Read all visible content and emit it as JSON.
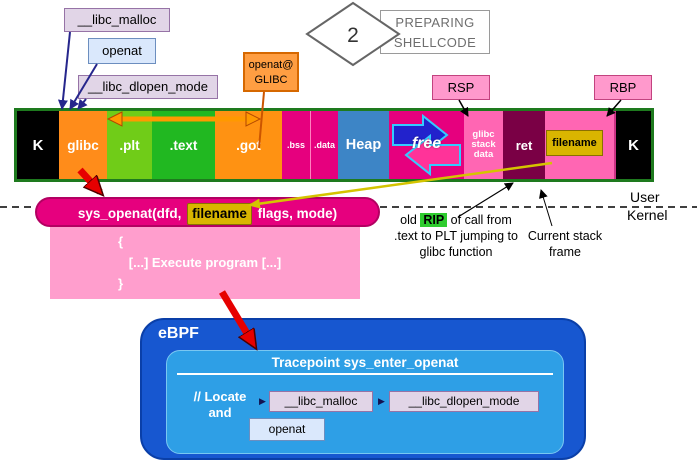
{
  "step_badge": {
    "number": "2",
    "title_line1": "PREPARING",
    "title_line2": "SHELLCODE"
  },
  "hook_labels": {
    "libc_malloc": "__libc_malloc",
    "openat": "openat",
    "libc_dlopen_mode": "__libc_dlopen_mode",
    "openat_got_line1": "openat@",
    "openat_got_line2": "GLIBC"
  },
  "registers": {
    "rsp": "RSP",
    "rbp": "RBP"
  },
  "memory_bar": {
    "segments": [
      {
        "label": "K",
        "bg": "#000000",
        "fg": "#ffffff"
      },
      {
        "label": "glibc",
        "bg": "#ff8c1a",
        "fg": "#ffffff"
      },
      {
        "label": ".plt",
        "bg": "#70cc18",
        "fg": "#ffffff"
      },
      {
        "label": ".text",
        "bg": "#21b821",
        "fg": "#ffffff"
      },
      {
        "label": ".got",
        "bg": "#ff9212",
        "fg": "#ffffff"
      },
      {
        "label": ".bss",
        "bg": "#e6007e",
        "fg": "#ffffff"
      },
      {
        "label": ".data",
        "bg": "#e6007e",
        "fg": "#ffffff"
      },
      {
        "label": "Heap",
        "bg": "#3d85c6",
        "fg": "#ffffff"
      },
      {
        "label": "free",
        "bg": "#e6007e",
        "fg": "#ffffff"
      },
      {
        "label": "glibc stack data",
        "bg": "#ff66b3",
        "fg": "#ffffff"
      },
      {
        "label": "ret",
        "bg": "#7a0045",
        "fg": "#ffffff"
      },
      {
        "label": "filename",
        "bg": "#ff66b3",
        "fg": "#000000",
        "chip_bg": "#d9b500"
      },
      {
        "label": "K",
        "bg": "#000000",
        "fg": "#ffffff"
      }
    ]
  },
  "syscall_box": {
    "prefix": "sys_openat(dfd,",
    "filename": "filename",
    "suffix": "flags, mode)",
    "bg": "#e6007e",
    "chip_bg": "#d9b500"
  },
  "body_box": {
    "open": "{",
    "text": "[...] Execute program [...]",
    "close": "}",
    "bg": "#ff9ecd"
  },
  "boundary": {
    "user": "User",
    "kernel": "Kernel"
  },
  "rip_note": {
    "pre": "old",
    "rip": "RIP",
    "post": "of call from .text to PLT jumping to glibc function",
    "rip_bg": "#2ecc2e"
  },
  "stack_note": "Current stack frame",
  "ebpf": {
    "title": "eBPF",
    "tracepoint": "Tracepoint sys_enter_openat",
    "comment": "// Locate and",
    "item_malloc": "__libc_malloc",
    "item_dlopen": "__libc_dlopen_mode",
    "item_openat": "openat",
    "outer_bg": "#1757d0",
    "inner_bg": "#2e9fe6"
  },
  "icons": {
    "arrow_bullet": "▶"
  },
  "colors": {
    "lavender": "#e1d5e7",
    "lightblue": "#dae8fc",
    "orange_box": "#ff9e42",
    "pink_box": "#ff99cc",
    "arrow_red": "#e60000",
    "arrow_yellow": "#d4c400",
    "arrow_navy": "#26268c",
    "arrow_orange": "#ff9900",
    "bar_border": "#1e7a1e"
  }
}
